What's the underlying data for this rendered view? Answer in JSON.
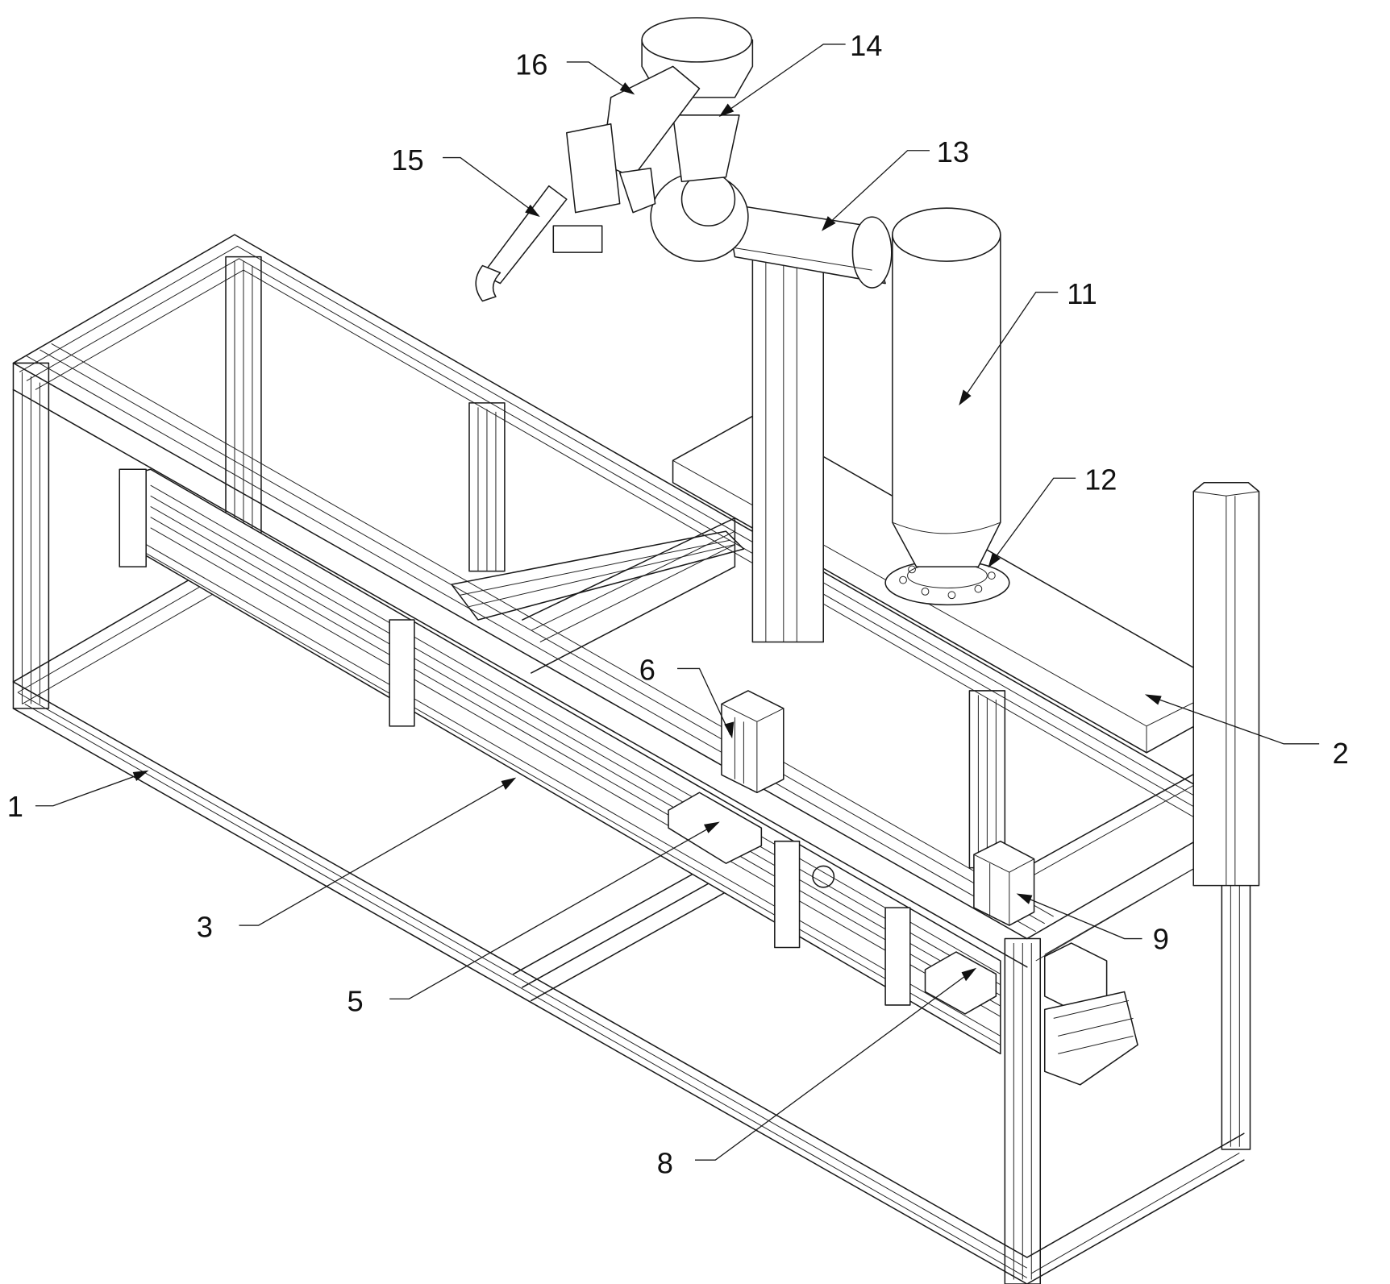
{
  "figure": {
    "type": "patent-style isometric line drawing",
    "subject": "welding robot workstation on aluminium-profile frame",
    "line_color": "#1a1a1a",
    "background": "#ffffff"
  },
  "callouts": [
    {
      "id": "c1",
      "label": "1",
      "part": "frame"
    },
    {
      "id": "c2",
      "label": "2",
      "part": "robot-mounting-platform"
    },
    {
      "id": "c3",
      "label": "3",
      "part": "linear-guide-rail"
    },
    {
      "id": "c5",
      "label": "5",
      "part": "slider-carriage"
    },
    {
      "id": "c6",
      "label": "6",
      "part": "motor-unit"
    },
    {
      "id": "c8",
      "label": "8",
      "part": "workpiece-clamp"
    },
    {
      "id": "c9",
      "label": "9",
      "part": "drive-motor"
    },
    {
      "id": "c11",
      "label": "11",
      "part": "robot-column"
    },
    {
      "id": "c12",
      "label": "12",
      "part": "base-flange"
    },
    {
      "id": "c13",
      "label": "13",
      "part": "robot-upper-arm"
    },
    {
      "id": "c14",
      "label": "14",
      "part": "robot-wrist-joint"
    },
    {
      "id": "c15",
      "label": "15",
      "part": "welding-torch"
    },
    {
      "id": "c16",
      "label": "16",
      "part": "torch-holder"
    }
  ]
}
